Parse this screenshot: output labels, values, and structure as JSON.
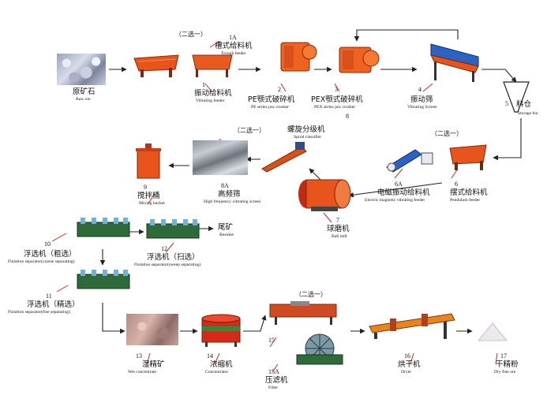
{
  "choose_one": "（二选一）",
  "nodes": {
    "raw_ore": {
      "cn": "原矿石",
      "en": "Raw ore"
    },
    "n1": {
      "num": "1",
      "cn": "振动给料机",
      "en": "Vibrating feeder"
    },
    "n1a": {
      "num": "1A",
      "cn": "槽式给料机",
      "en": "Trough feeder"
    },
    "n2": {
      "num": "2",
      "cn": "PE颚式破碎机",
      "en": "PE series jaw crusher"
    },
    "n3": {
      "num": "3",
      "cn": "PEX颚式破碎机",
      "en": "PEX series jaw crusher",
      "extra": "8"
    },
    "n4": {
      "num": "4",
      "cn": "振动筛",
      "en": "Vibrating Screen"
    },
    "n5": {
      "num": "5",
      "cn": "料仓",
      "en": "Storage bin"
    },
    "n6": {
      "num": "6",
      "cn": "摆式给料机",
      "en": "Pendulum feeder"
    },
    "n6a": {
      "num": "6A",
      "cn": "电磁振动给料机",
      "en": "Electric magnetic vibrating feeder"
    },
    "n7": {
      "num": "7",
      "cn": "球磨机",
      "en": "Ball mill"
    },
    "n8": {
      "cn": "螺旋分级机",
      "en": "Spiral classifier"
    },
    "n8a": {
      "num": "8A",
      "cn": "高频筛",
      "en": "High frequency vibrating screen"
    },
    "n9": {
      "num": "9",
      "cn": "搅拌桶",
      "en": "Mixing bucket"
    },
    "n10": {
      "num": "10",
      "cn": "浮选机（粗选）",
      "en": "Flotation separator(coarse separating)"
    },
    "residue": {
      "cn": "尾矿",
      "en": "Residue"
    },
    "n12": {
      "num": "12",
      "cn": "浮选机（扫选）",
      "en": "Flotation separator(sweep separating)"
    },
    "n11": {
      "num": "11",
      "cn": "浮选机（精选）",
      "en": "Flotation separator(fine separating)"
    },
    "n13": {
      "num": "13",
      "cn": "湿精矿",
      "en": "Wet concentrate"
    },
    "n14": {
      "num": "14",
      "cn": "浓缩机",
      "en": "Concentrator"
    },
    "n15": {
      "num": "15"
    },
    "n15a": {
      "num": "15A",
      "cn": "压滤机",
      "en": "Filter"
    },
    "n16": {
      "num": "16",
      "cn": "烘干机",
      "en": "Dryer"
    },
    "n17": {
      "num": "17",
      "cn": "干精粉",
      "en": "Dry fine ore"
    }
  },
  "colors": {
    "equipment_orange": "#e8541c",
    "flotation_green": "#2f6b3a",
    "label_red": "#d42a1a",
    "arrow": "#222222"
  }
}
